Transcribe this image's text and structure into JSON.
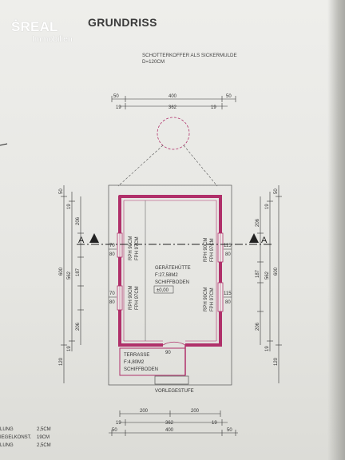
{
  "logo": {
    "brand": "REAL",
    "sub": "Immobilien"
  },
  "title": "GRUNDRISS",
  "notes": {
    "line1": "SCHOTTERKOFFER ALS SICKERMULDE",
    "line2": "D=120CM"
  },
  "dims": {
    "top_400": "400",
    "top_50_left": "50",
    "top_50_right": "50",
    "top_362": "362",
    "top_19_left": "19",
    "top_19_right": "19",
    "bot_200_left": "200",
    "bot_200_right": "200",
    "bot_362": "362",
    "bot_19_left": "19",
    "bot_19_right": "19",
    "bot_400": "400",
    "bot_50_left": "50",
    "bot_50_right": "50",
    "left_outer": {
      "d50": "50",
      "d600": "600",
      "d120": "120"
    },
    "left_inner": {
      "d19a": "19",
      "d562": "562",
      "d19b": "19"
    },
    "left_mid": {
      "d206a": "206",
      "d187": "187",
      "d206b": "206"
    },
    "right_mid": {
      "d206a": "206",
      "d187": "187",
      "d206b": "206"
    },
    "right_inner": {
      "d19a": "19",
      "d562": "562",
      "d19b": "19"
    },
    "right_outer": {
      "d50": "50",
      "d600": "600",
      "d120": "120"
    }
  },
  "section": {
    "left": "A",
    "right": "A"
  },
  "openings": {
    "left_top_w": "70",
    "left_top_h": "80",
    "left_bot_w": "70",
    "left_bot_h": "80",
    "right_top_w": "115",
    "right_top_h": "80",
    "right_bot_w": "115",
    "right_bot_h": "80",
    "rph": "RPH 90CM",
    "fph": "FPH 97CM"
  },
  "room": {
    "name": "GERÄTEHÜTTE",
    "area": "F:27,58M2",
    "floor": "SCHIFFBODEN",
    "level": "±0,00"
  },
  "terrace": {
    "name": "TERRASSE",
    "area": "F:4,80M2",
    "floor": "SCHIFFBODEN"
  },
  "door_width": "90",
  "step": "VORLEGESTUFE",
  "legend": [
    {
      "label": "LUNG",
      "value": "2,5CM"
    },
    {
      "label": "IEGELKONST.",
      "value": "19CM"
    },
    {
      "label": "LUNG",
      "value": "2,5CM"
    }
  ],
  "colors": {
    "wall": "#b0306a",
    "ink": "#333333",
    "paper": "#eeeeeb"
  }
}
